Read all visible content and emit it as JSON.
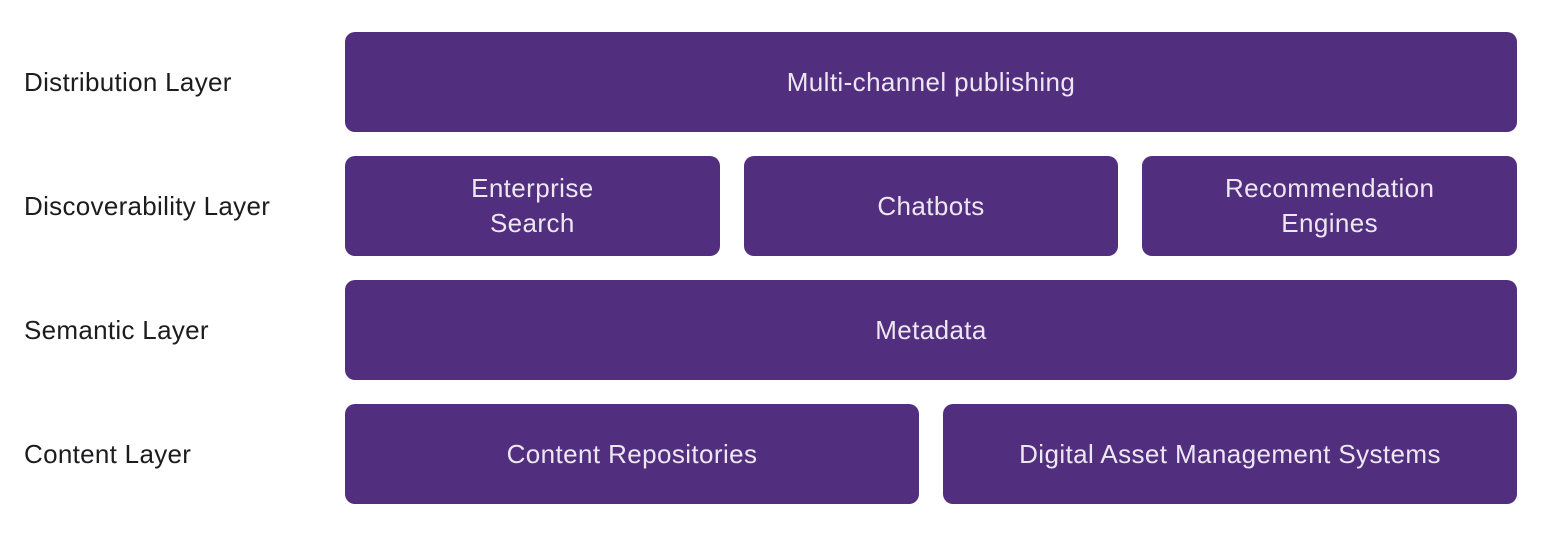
{
  "colors": {
    "box_fill": "#522e7e",
    "box_text": "#ece7f2",
    "label_text": "#1d1b1e",
    "background": "#ffffff"
  },
  "rows": [
    {
      "label": "Distribution Layer",
      "boxes": [
        "Multi-channel publishing"
      ]
    },
    {
      "label": "Discoverability Layer",
      "boxes": [
        "Enterprise\nSearch",
        "Chatbots",
        "Recommendation\nEngines"
      ]
    },
    {
      "label": "Semantic Layer",
      "boxes": [
        "Metadata"
      ]
    },
    {
      "label": "Content Layer",
      "boxes": [
        "Content Repositories",
        "Digital Asset Management Systems"
      ]
    }
  ]
}
